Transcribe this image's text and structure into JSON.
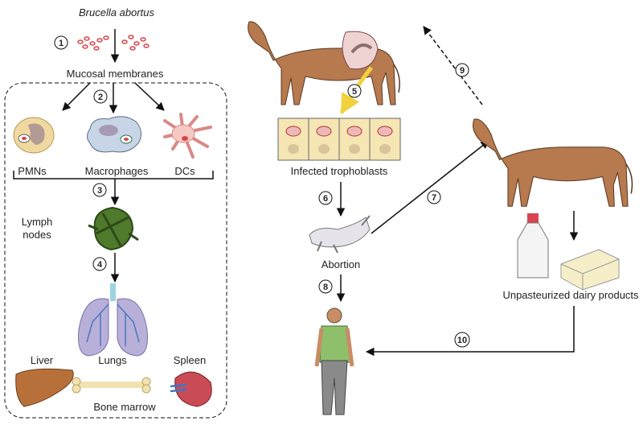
{
  "labels": {
    "pathogen": "Brucella abortus",
    "mucosal": "Mucosal membranes",
    "pmns": "PMNs",
    "macrophages": "Macrophages",
    "dcs": "DCs",
    "lymph_1": "Lymph",
    "lymph_2": "nodes",
    "lungs": "Lungs",
    "liver": "Liver",
    "bone_marrow": "Bone marrow",
    "spleen": "Spleen",
    "trophoblasts": "Infected trophoblasts",
    "abortion": "Abortion",
    "dairy": "Unpasteurized dairy products"
  },
  "steps": [
    "1",
    "2",
    "3",
    "4",
    "5",
    "6",
    "7",
    "8",
    "9",
    "10"
  ],
  "colors": {
    "cow": "#b7794e",
    "bacteria": "#d8454e",
    "lymph": "#4f7a2c",
    "lungs": "#a9a2cf",
    "yellow_arrow": "#f2d23c",
    "trophoblast": "#f5e6b4"
  }
}
